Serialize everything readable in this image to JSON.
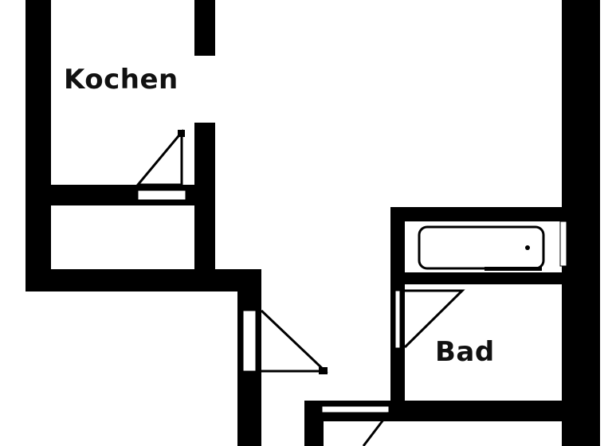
{
  "plan": {
    "type": "floor plan",
    "wall_color": "#000000",
    "background_color": "#ffffff",
    "rooms": [
      {
        "id": "kitchen",
        "label": "Kochen"
      },
      {
        "id": "storage",
        "label": ""
      },
      {
        "id": "hall",
        "label": ""
      },
      {
        "id": "bathroom",
        "label": "Bad"
      },
      {
        "id": "lower-room",
        "label": ""
      }
    ],
    "fixtures": [
      {
        "id": "bathtub",
        "room": "bathroom"
      }
    ],
    "doors": [
      {
        "id": "kitchen-door",
        "room": "kitchen"
      },
      {
        "id": "hall-door",
        "room": "hall"
      },
      {
        "id": "bathroom-door",
        "room": "bathroom"
      },
      {
        "id": "lower-room-door",
        "room": "lower-room"
      }
    ]
  },
  "labels": {
    "kitchen": "Kochen",
    "bathroom": "Bad"
  }
}
